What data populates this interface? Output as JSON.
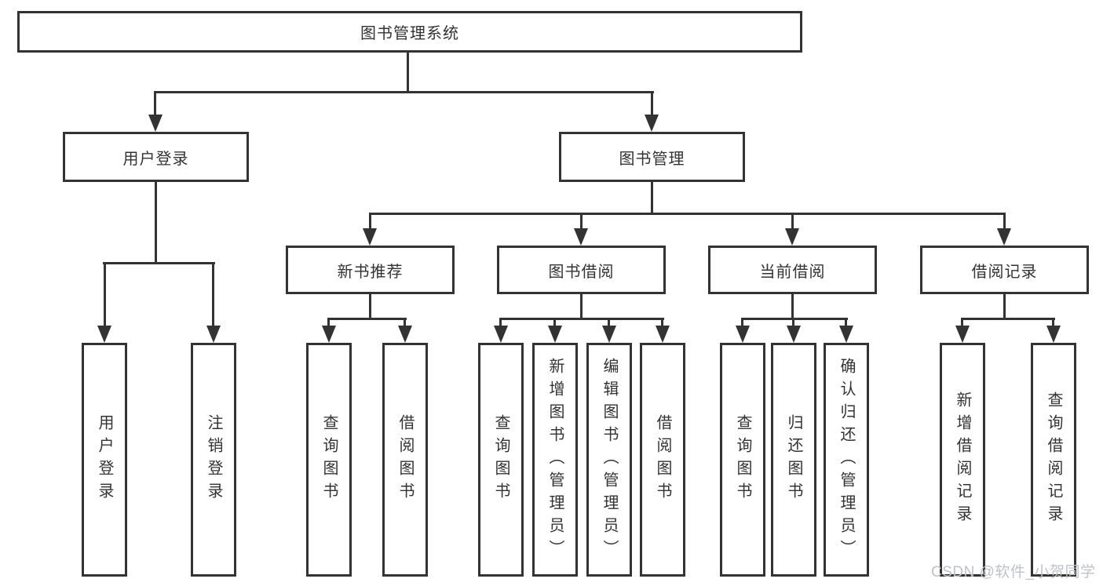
{
  "diagram": {
    "root": {
      "label": "图书管理系统"
    },
    "branches": [
      {
        "label": "用户登录",
        "leaves": [
          {
            "label": "用户登录"
          },
          {
            "label": "注销登录"
          }
        ]
      },
      {
        "label": "图书管理",
        "sections": [
          {
            "label": "新书推荐",
            "leaves": [
              {
                "label": "查询图书"
              },
              {
                "label": "借阅图书"
              }
            ]
          },
          {
            "label": "图书借阅",
            "leaves": [
              {
                "label": "查询图书"
              },
              {
                "label": "新增图书（管理员）"
              },
              {
                "label": "编辑图书（管理员）"
              },
              {
                "label": "借阅图书"
              }
            ]
          },
          {
            "label": "当前借阅",
            "leaves": [
              {
                "label": "查询图书"
              },
              {
                "label": "归还图书"
              },
              {
                "label": "确认归还（管理员）"
              }
            ]
          },
          {
            "label": "借阅记录",
            "leaves": [
              {
                "label": "新增借阅记录"
              },
              {
                "label": "查询借阅记录"
              }
            ]
          }
        ]
      }
    ]
  },
  "watermark": {
    "text": "CSDN @软件_小贺同学"
  },
  "colors": {
    "line": "#333333",
    "text": "#333333",
    "background": "#ffffff",
    "watermark": "#bfc2c8"
  }
}
